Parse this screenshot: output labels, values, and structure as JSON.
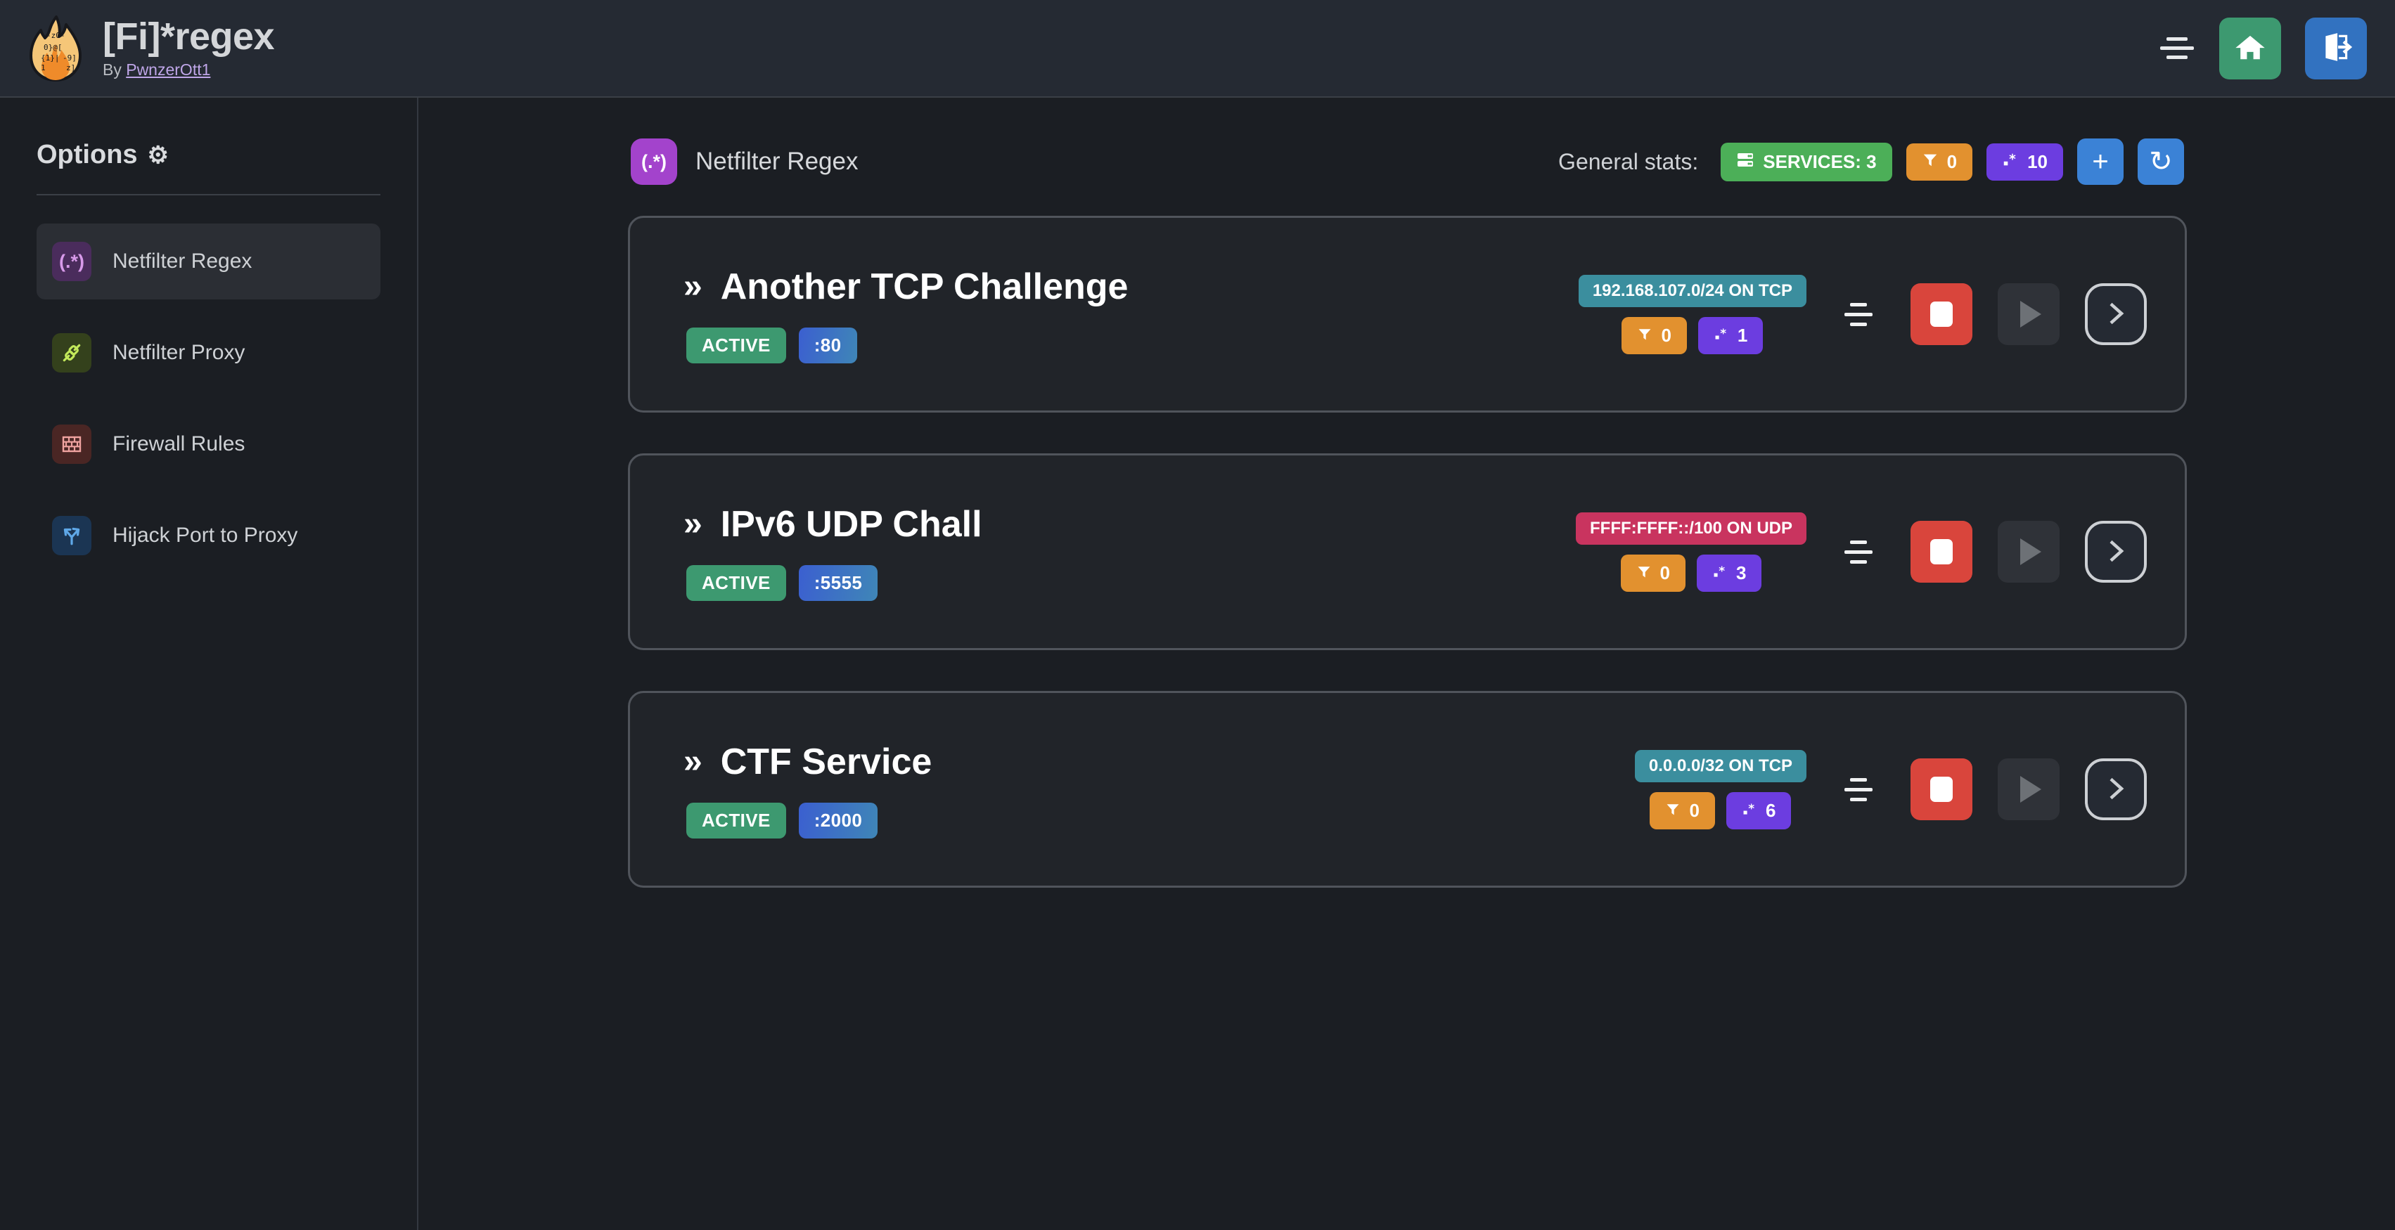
{
  "header": {
    "logo_icon": "flame-regex-logo",
    "title": "[Fi]*regex",
    "by_prefix": "By ",
    "author": "PwnzerOtt1",
    "menu_icon": "hamburger-icon",
    "home_icon": "home-icon",
    "logout_icon": "logout-icon"
  },
  "sidebar": {
    "title": "Options",
    "gear_icon": "gear-icon",
    "items": [
      {
        "label": "Netfilter Regex",
        "icon": "regex-icon",
        "glyph": "(.*)",
        "bg": "#4a2c5c",
        "fg": "#d89aea",
        "active": true
      },
      {
        "label": "Netfilter Proxy",
        "icon": "plug-icon",
        "glyph": "⚇",
        "bg": "#34411c",
        "fg": "#c2e85a",
        "active": false
      },
      {
        "label": "Firewall Rules",
        "icon": "brick-wall-icon",
        "glyph": "▦",
        "bg": "#4a2624",
        "fg": "#f0a3a0",
        "active": false
      },
      {
        "label": "Hijack Port to Proxy",
        "icon": "fork-arrow-icon",
        "glyph": "⑂",
        "bg": "#1b3553",
        "fg": "#5fa8e8",
        "active": false
      }
    ]
  },
  "main": {
    "page_icon": "regex-icon",
    "page_icon_glyph": "(.*)",
    "page_title": "Netfilter Regex",
    "stats_label": "General stats:",
    "stats": [
      {
        "name": "services-count",
        "icon": "server-icon",
        "text": "SERVICES: 3",
        "color": "#4caf58"
      },
      {
        "name": "filters-count",
        "icon": "filter-icon",
        "text": "0",
        "color": "#e2912f"
      },
      {
        "name": "regex-count",
        "icon": "regex-dot-star-icon",
        "text": "10",
        "color": "#6c3de0"
      }
    ],
    "add_button_icon": "plus-icon",
    "add_button_label": "+",
    "refresh_button_icon": "refresh-icon",
    "refresh_button_label": "↻"
  },
  "services": [
    {
      "name": "Another TCP Challenge",
      "status": "ACTIVE",
      "port": ":80",
      "network": "192.168.107.0/24 ON TCP",
      "network_proto": "tcp",
      "filters": "0",
      "regexes": "1",
      "menu_icon": "service-menu-icon",
      "stop_icon": "stop-icon",
      "play_icon": "play-icon",
      "open_icon": "chevron-right-icon"
    },
    {
      "name": "IPv6 UDP Chall",
      "status": "ACTIVE",
      "port": ":5555",
      "network": "FFFF:FFFF::/100 ON UDP",
      "network_proto": "udp",
      "filters": "0",
      "regexes": "3",
      "menu_icon": "service-menu-icon",
      "stop_icon": "stop-icon",
      "play_icon": "play-icon",
      "open_icon": "chevron-right-icon"
    },
    {
      "name": "CTF Service",
      "status": "ACTIVE",
      "port": ":2000",
      "network": "0.0.0.0/32 ON TCP",
      "network_proto": "tcp",
      "filters": "0",
      "regexes": "6",
      "menu_icon": "service-menu-icon",
      "stop_icon": "stop-icon",
      "play_icon": "play-icon",
      "open_icon": "chevron-right-icon"
    }
  ],
  "colors": {
    "page_bg": "#1b1e23",
    "topbar_bg": "#252a33",
    "card_bg": "#212429",
    "card_border": "#50545b",
    "accent_green": "#3d9970",
    "accent_blue": "#3272c0",
    "accent_purple": "#a343cc",
    "accent_red": "#d9453c",
    "accent_orange": "#e2912f",
    "accent_teal": "#3b8e9e",
    "accent_pink": "#c9345f"
  }
}
